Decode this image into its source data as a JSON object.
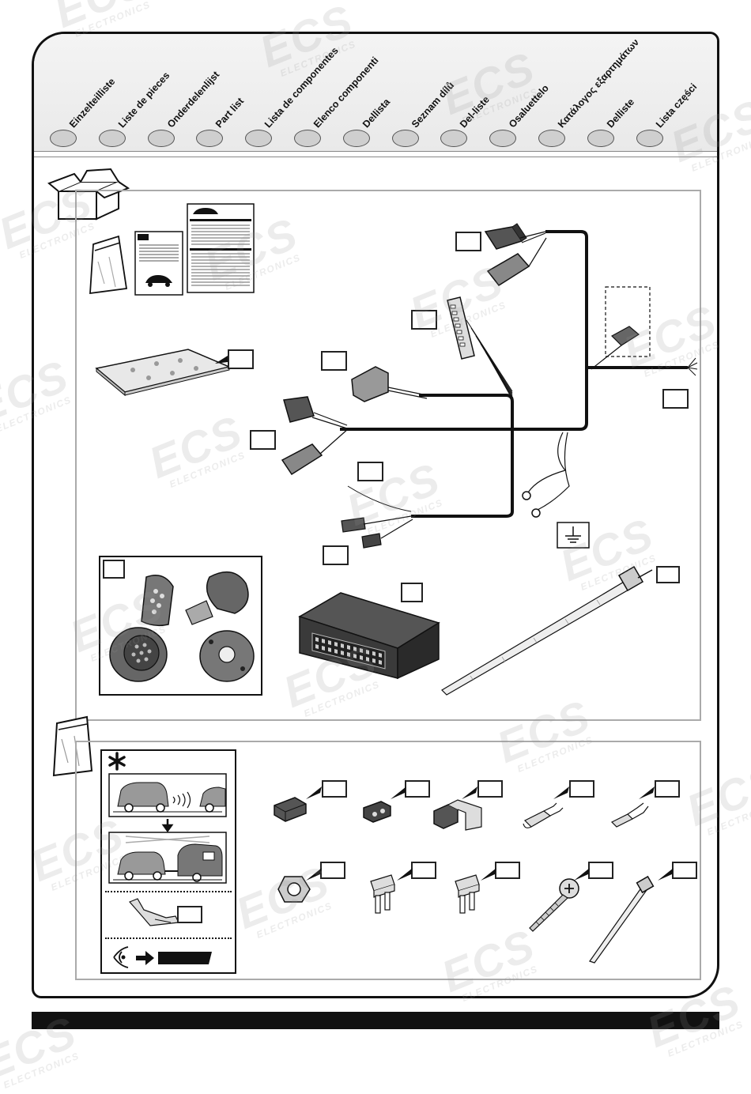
{
  "languages": [
    "Einzelteilliste",
    "Liste de pieces",
    "Onderdelenlijst",
    "Part list",
    "Lista de componentes",
    "Elenco componenti",
    "Dellista",
    "Seznam dílů",
    "Del-liste",
    "Osaluettelo",
    "Κατάλογος εξαρτημάτων",
    "Delliste",
    "Lista części"
  ],
  "watermark": {
    "brand": "ECS",
    "sub": "ELECTRONICS"
  },
  "colors": {
    "line": "#111111",
    "panel_border": "#aaaaaa",
    "dot_fill": "#cfcfcf"
  }
}
